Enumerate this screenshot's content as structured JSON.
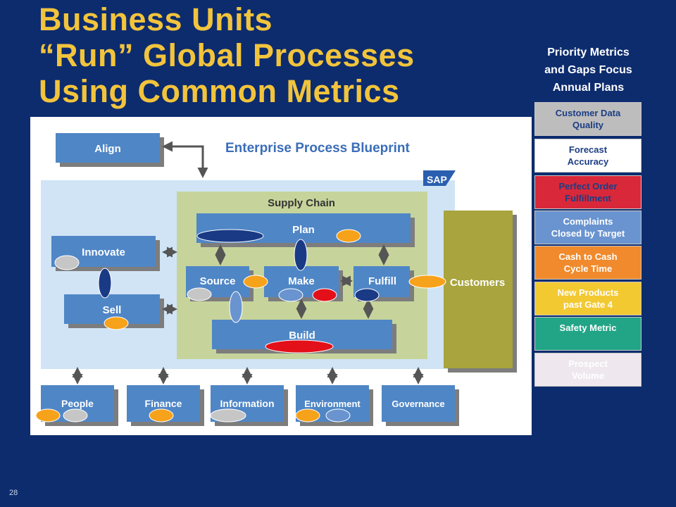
{
  "title": {
    "line1": "Business Units",
    "line2": "“Run” Global Processes",
    "line3": "Using Common Metrics"
  },
  "sidebar": {
    "heading_line1": "Priority Metrics",
    "heading_line2": "and Gaps Focus",
    "heading_line3": "Annual Plans",
    "metrics": [
      {
        "line1": "Customer Data",
        "line2": "Quality",
        "bg": "#bdbdbd",
        "fg": "#1c3d84"
      },
      {
        "line1": "Forecast",
        "line2": "Accuracy",
        "bg": "#ffffff",
        "fg": "#1c3d84"
      },
      {
        "line1": "Perfect Order",
        "line2": "Fulfillment",
        "bg": "#d9283a",
        "fg": "#1c3d84"
      },
      {
        "line1": "Complaints",
        "line2": "Closed by Target",
        "bg": "#6a94cf",
        "fg": "#ffffff"
      },
      {
        "line1": "Cash to Cash",
        "line2": "Cycle Time",
        "bg": "#f08a2c",
        "fg": "#ffffff"
      },
      {
        "line1": "New Products",
        "line2": "past Gate 4",
        "bg": "#f3c932",
        "fg": "#ffffff"
      },
      {
        "line1": "Safety Metric",
        "line2": "",
        "bg": "#22a487",
        "fg": "#ffffff"
      },
      {
        "line1": "Prospect",
        "line2": "Volume",
        "bg": "#eee8ee",
        "fg": "#ffffff"
      }
    ]
  },
  "diagram": {
    "heading": "Enterprise Process Blueprint",
    "sap_logo": "SAP",
    "supply_chain_label": "Supply Chain",
    "boxes": {
      "align": "Align",
      "innovate": "Innovate",
      "sell": "Sell",
      "plan": "Plan",
      "source": "Source",
      "make": "Make",
      "fulfill": "Fulfill",
      "build": "Build",
      "customers": "Customers",
      "people": "People",
      "finance": "Finance",
      "information": "Information",
      "environment": "Environment",
      "governance": "Governance"
    },
    "colors": {
      "box": "#4f86c6",
      "box_shadow": "#7d7d7d",
      "panel": "#d0e4f5",
      "supply_chain": "#c6d49b",
      "customers": "#a9a43d",
      "heading": "#3a6db8"
    }
  },
  "page_number": "28"
}
